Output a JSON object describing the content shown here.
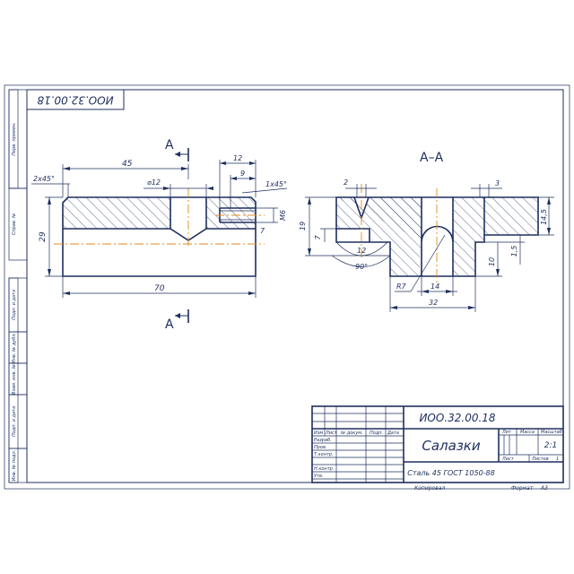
{
  "designation": "ИОО.32.00.18",
  "designation_rotated": "ИОО.32.00.18",
  "part_name": "Салазки",
  "material": "Сталь 45 ГОСТ 1050-88",
  "section_label": "А–А",
  "cut_label_top": "А",
  "cut_label_bottom": "А",
  "left_view": {
    "dims": {
      "chamfer_left": "2x45°",
      "length_45": "45",
      "dia_12": "⌀12",
      "len_12": "12",
      "len_9": "9",
      "chamfer_right": "1x45°",
      "m6": "M6",
      "h_29": "29",
      "len_70": "70",
      "h_7": "7"
    }
  },
  "right_view": {
    "dims": {
      "w_2": "2",
      "w_3": "3",
      "h_19": "19",
      "h_7": "7",
      "w_12": "12",
      "angle_90": "90°",
      "h_14_5": "14,5",
      "h_1_5": "1,5",
      "h_10": "10",
      "r_7": "R7",
      "w_14": "14",
      "w_32": "32"
    }
  },
  "title_block": {
    "sheet_scale": "2:1",
    "lit_label": "Лит",
    "mass_label": "Масса",
    "scale_label": "Масштаб",
    "sheet_label": "Лист",
    "sheets_label": "Листов",
    "sheets_value": "1",
    "scale_value": "2:1",
    "row_labels": [
      "Изм",
      "Лист",
      "№ докум.",
      "Подп.",
      "Дата"
    ],
    "roles": [
      "Разраб.",
      "Пров.",
      "Т.контр.",
      "",
      "Н.контр.",
      "Утв."
    ],
    "copied": "Копировал",
    "format_label": "Формат",
    "format_value": "A3"
  },
  "side_stamp": [
    "Перв. примен.",
    "Справ. №",
    "Подп. и дата",
    "Инв. № дубл.",
    "Взам. инв. №",
    "Подп. и дата",
    "Инв. № подл."
  ]
}
